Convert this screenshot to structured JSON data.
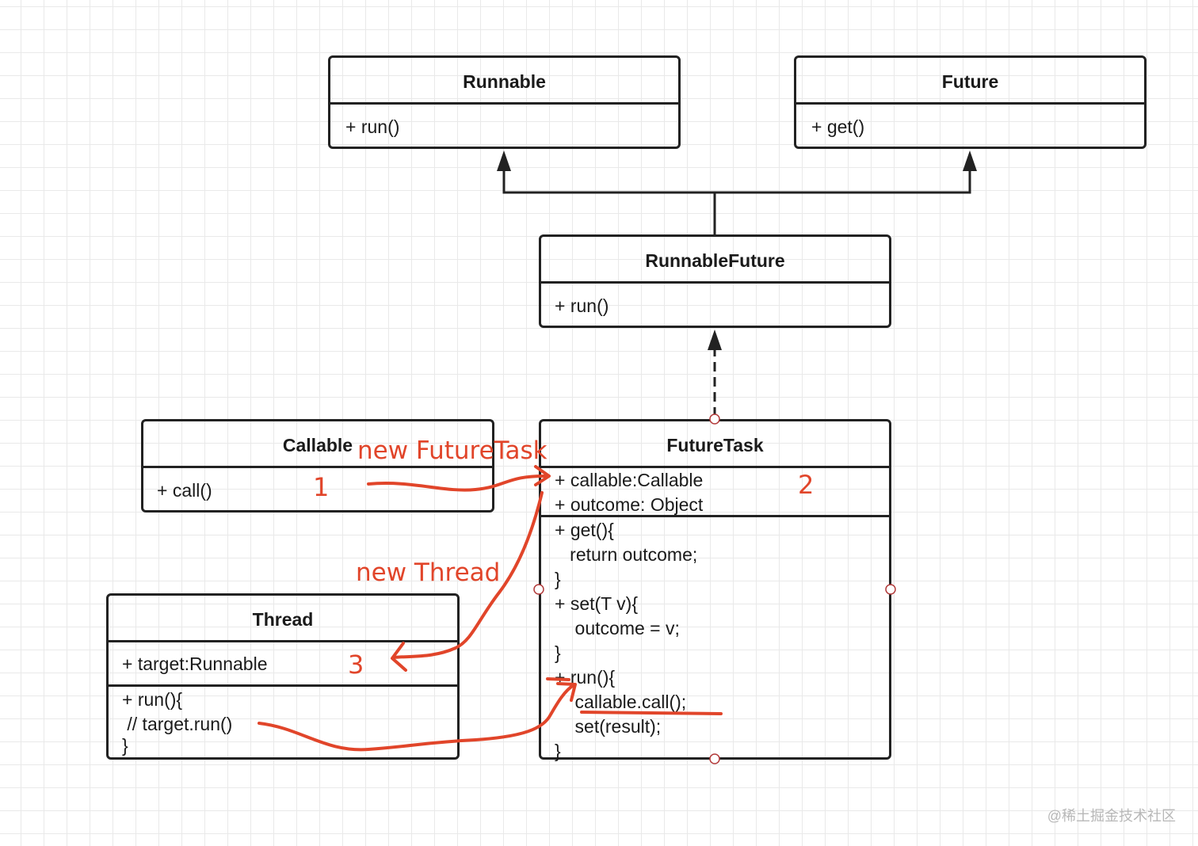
{
  "classes": {
    "runnable": {
      "name": "Runnable",
      "members": [
        "+ run()"
      ]
    },
    "future": {
      "name": "Future",
      "members": [
        "+ get()"
      ]
    },
    "runnable_future": {
      "name": "RunnableFuture",
      "members": [
        "+ run()"
      ]
    },
    "callable": {
      "name": "Callable",
      "members": [
        "+ call()"
      ]
    },
    "future_task": {
      "name": "FutureTask",
      "fields": [
        "+ callable:Callable",
        "+ outcome: Object"
      ],
      "methods": [
        "+ get(){",
        "   return outcome;",
        "}",
        "+ set(T v){",
        "    outcome = v;",
        "}",
        "+ run(){",
        "    callable.call();",
        "    set(result);",
        "}"
      ]
    },
    "thread": {
      "name": "Thread",
      "fields": [
        "+ target:Runnable"
      ],
      "methods": [
        "+ run(){",
        " // target.run()",
        "}"
      ]
    }
  },
  "annotations": {
    "new_futuretask": "new FutureTask",
    "new_thread": "new Thread",
    "step1": "1",
    "step2": "2",
    "step3": "3"
  },
  "watermark": "@稀土掘金技术社区",
  "colors": {
    "line": "#222222",
    "annotation": "#e1452a",
    "port": "#b23a3a"
  }
}
